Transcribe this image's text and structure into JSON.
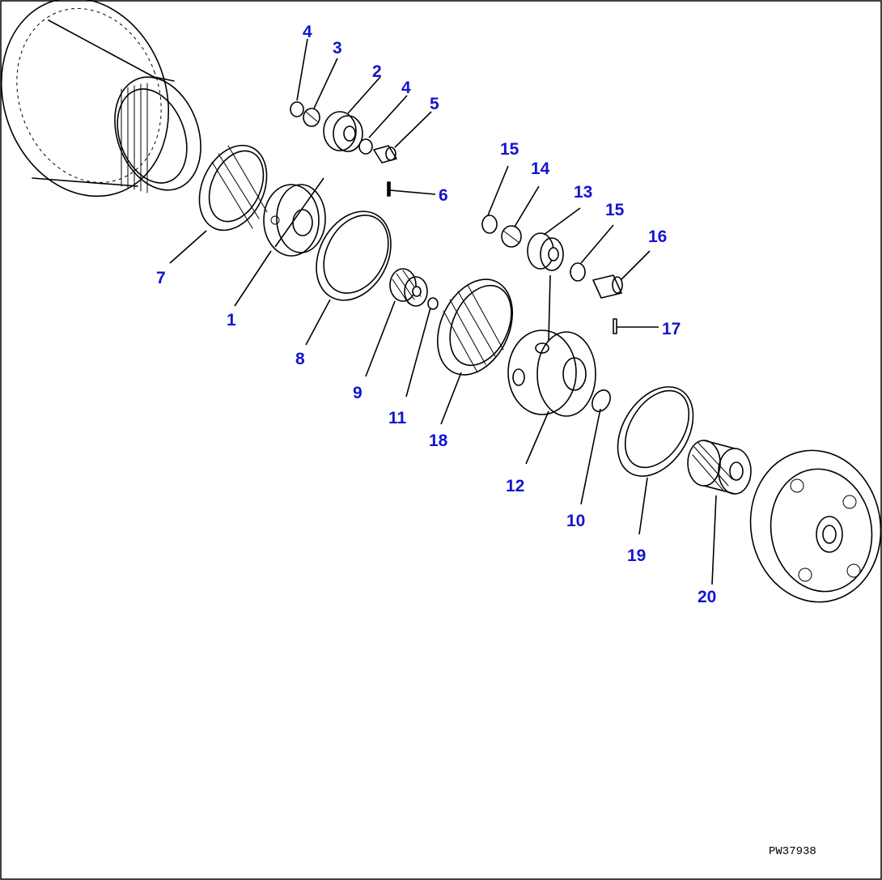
{
  "diagram": {
    "reference_code": "PW37938",
    "callouts": [
      {
        "id": "c4a",
        "label": "4"
      },
      {
        "id": "c3",
        "label": "3"
      },
      {
        "id": "c2",
        "label": "2"
      },
      {
        "id": "c4b",
        "label": "4"
      },
      {
        "id": "c5",
        "label": "5"
      },
      {
        "id": "c6",
        "label": "6"
      },
      {
        "id": "c7",
        "label": "7"
      },
      {
        "id": "c1",
        "label": "1"
      },
      {
        "id": "c8",
        "label": "8"
      },
      {
        "id": "c9",
        "label": "9"
      },
      {
        "id": "c11",
        "label": "11"
      },
      {
        "id": "c18",
        "label": "18"
      },
      {
        "id": "c15a",
        "label": "15"
      },
      {
        "id": "c14",
        "label": "14"
      },
      {
        "id": "c13",
        "label": "13"
      },
      {
        "id": "c15b",
        "label": "15"
      },
      {
        "id": "c16",
        "label": "16"
      },
      {
        "id": "c17",
        "label": "17"
      },
      {
        "id": "c12",
        "label": "12"
      },
      {
        "id": "c10",
        "label": "10"
      },
      {
        "id": "c19",
        "label": "19"
      },
      {
        "id": "c20",
        "label": "20"
      }
    ]
  }
}
